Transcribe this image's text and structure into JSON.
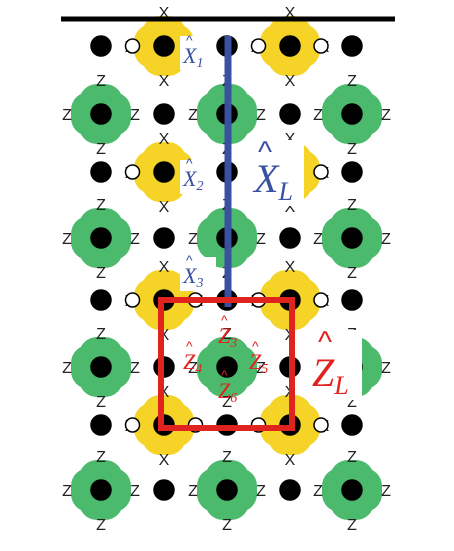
{
  "plaquettes": {
    "x_label": "X",
    "z_label": "Z",
    "x_color": "#f5d327",
    "z_color": "#4cba6c"
  },
  "qubit_colors": {
    "filled": "#000000",
    "empty": "#ffffff"
  },
  "logical_x": {
    "color": "#3a50a0",
    "label_letter": "X",
    "label_sub": "L",
    "ops": [
      {
        "letter": "X",
        "sub": "1"
      },
      {
        "letter": "X",
        "sub": "2"
      },
      {
        "letter": "X",
        "sub": "3"
      }
    ]
  },
  "logical_z": {
    "color": "#e0231f",
    "label_letter": "Z",
    "label_sub": "L",
    "ops": [
      {
        "letter": "Z",
        "sub": "3"
      },
      {
        "letter": "Z",
        "sub": "4"
      },
      {
        "letter": "Z",
        "sub": "5"
      },
      {
        "letter": "Z",
        "sub": "6"
      }
    ]
  }
}
